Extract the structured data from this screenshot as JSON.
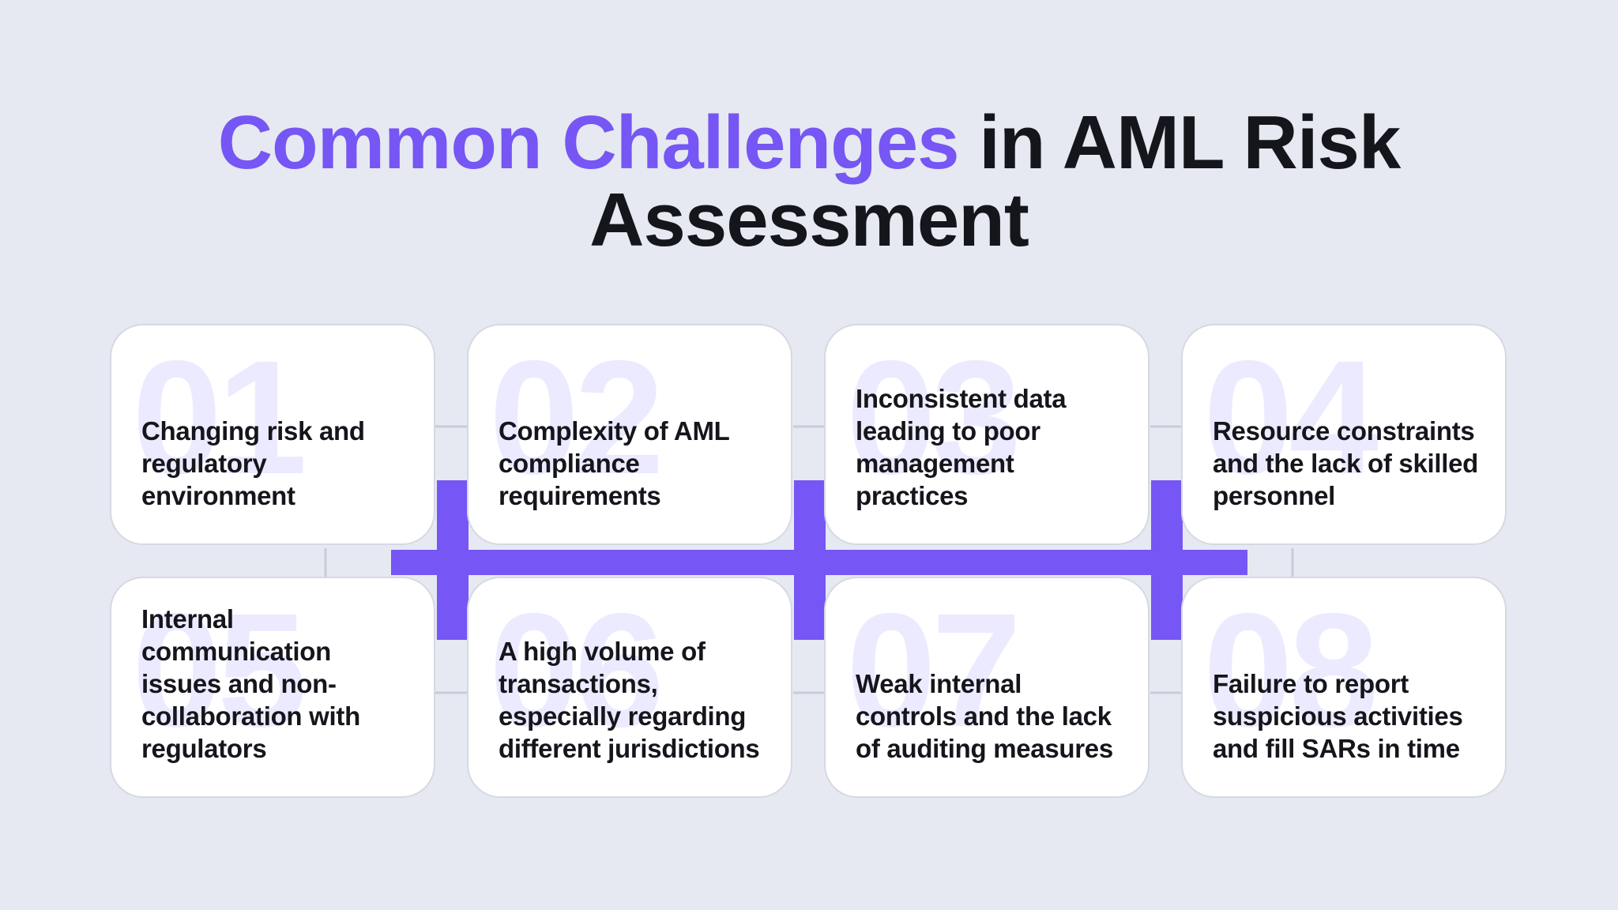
{
  "title": {
    "highlight": "Common Challenges",
    "rest": " in AML Risk Assessment"
  },
  "colors": {
    "background": "#e6e9f1",
    "accent": "#7656f4",
    "card": "#ffffff",
    "text": "#15161c",
    "number_watermark": "#eceaff"
  },
  "cards": [
    {
      "number": "01",
      "text": "Changing risk and regulatory environment"
    },
    {
      "number": "02",
      "text": "Complexity of AML compliance requirements"
    },
    {
      "number": "03",
      "text": "Inconsistent data leading to poor management practices"
    },
    {
      "number": "04",
      "text": "Resource constraints and the lack of skilled personnel"
    },
    {
      "number": "05",
      "text": "Internal communication issues and non-collaboration with regulators"
    },
    {
      "number": "06",
      "text": "A high volume of transactions, especially regarding different jurisdictions"
    },
    {
      "number": "07",
      "text": "Weak internal controls and the lack of auditing measures"
    },
    {
      "number": "08",
      "text": "Failure to report suspicious activities and fill SARs in time"
    }
  ]
}
